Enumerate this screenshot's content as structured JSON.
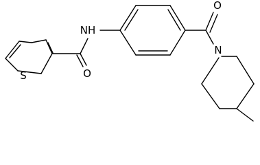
{
  "atoms": {
    "sulfur": "S",
    "amide_oxygen": "O",
    "amide_nitrogen": "NH",
    "ketone_oxygen": "O",
    "piperidine_nitrogen": "N"
  }
}
